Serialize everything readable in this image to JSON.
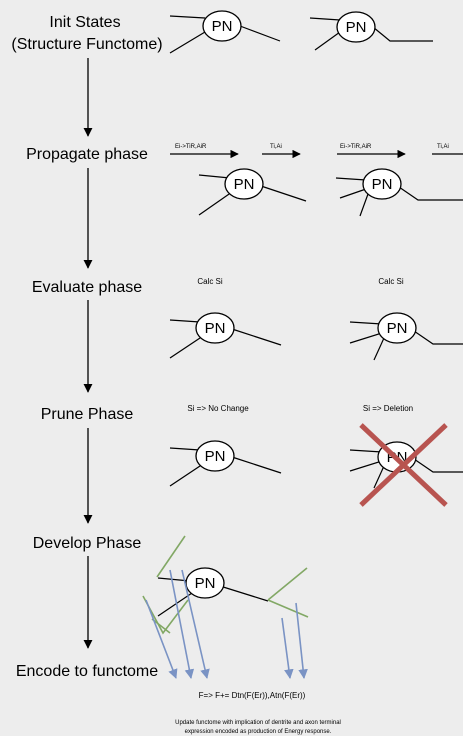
{
  "phases": {
    "init_line1": "Init States",
    "init_line2": "(Structure Functome)",
    "propagate": "Propagate phase",
    "evaluate": "Evaluate phase",
    "prune": "Prune Phase",
    "develop": "Develop Phase",
    "encode": "Encode to functome"
  },
  "node_label": "PN",
  "propagate_labels": {
    "input": "Ei->TiR,AiR",
    "output": "Ti,Ai"
  },
  "evaluate_label": "Calc Si",
  "prune_labels": {
    "no_change": "Si => No Change",
    "deletion": "Si => Deletion"
  },
  "develop_formula": "F=> F+= Dtn(F(Er)),Atn(F(Er))",
  "footer": {
    "line1": "Update functome with implication of dentrite and axon terminal",
    "line2": "expression encoded as production of Energy response."
  },
  "colors": {
    "background": "#ededed",
    "dendrite_growth": "#82a865",
    "axon_terminal": "#7a93c4",
    "deletion_cross": "#b85450"
  }
}
